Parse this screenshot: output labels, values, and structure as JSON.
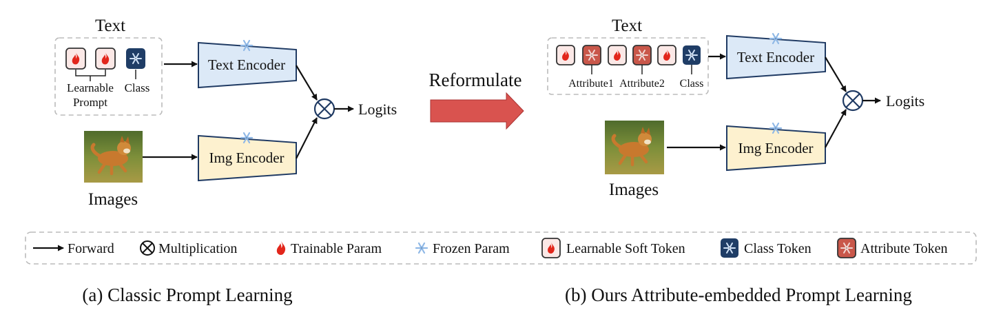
{
  "panel_a": {
    "text_title": "Text",
    "learnable_label_1": "Learnable",
    "learnable_label_2": "Prompt",
    "class_label": "Class",
    "text_encoder": "Text Encoder",
    "img_encoder": "Img Encoder",
    "logits": "Logits",
    "images": "Images",
    "caption": "(a) Classic Prompt Learning"
  },
  "center": {
    "reformulate": "Reformulate"
  },
  "panel_b": {
    "text_title": "Text",
    "attribute1": "Attribute1",
    "attribute2": "Attribute2",
    "class_label": "Class",
    "text_encoder": "Text Encoder",
    "img_encoder": "Img Encoder",
    "logits": "Logits",
    "images": "Images",
    "caption": "(b) Ours Attribute-embedded Prompt Learning"
  },
  "legend": {
    "forward": "Forward",
    "multiplication": "Multiplication",
    "trainable": "Trainable Param",
    "frozen": "Frozen Param",
    "soft_token": "Learnable Soft Token",
    "class_token": "Class Token",
    "attribute_token": "Attribute Token"
  },
  "colors": {
    "text_encoder_fill": "#dce9f7",
    "img_encoder_fill": "#fdf1cf",
    "encoder_stroke": "#1f3a63",
    "class_token": "#1f3d66",
    "attribute_token": "#c9574a",
    "soft_token_fill": "#fbe8e6",
    "flame": "#e2261b",
    "snowflake": "#8fb8e6",
    "reformulate_arrow": "#d9534f"
  }
}
